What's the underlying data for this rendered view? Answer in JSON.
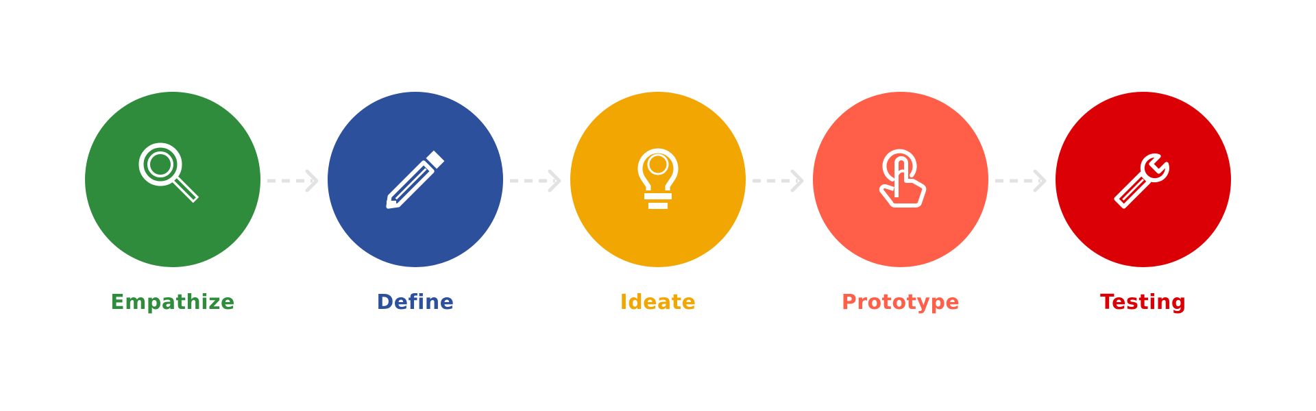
{
  "steps": [
    {
      "label": "Empathize",
      "color": "#2F8C3C",
      "icon": "magnifier-icon"
    },
    {
      "label": "Define",
      "color": "#2C509C",
      "icon": "pencil-icon"
    },
    {
      "label": "Ideate",
      "color": "#F1A602",
      "icon": "lightbulb-icon"
    },
    {
      "label": "Prototype",
      "color": "#FF5E48",
      "icon": "pointer-hand-icon"
    },
    {
      "label": "Testing",
      "color": "#DB0006",
      "icon": "wrench-icon"
    }
  ],
  "connector_color": "#E2E2E2"
}
